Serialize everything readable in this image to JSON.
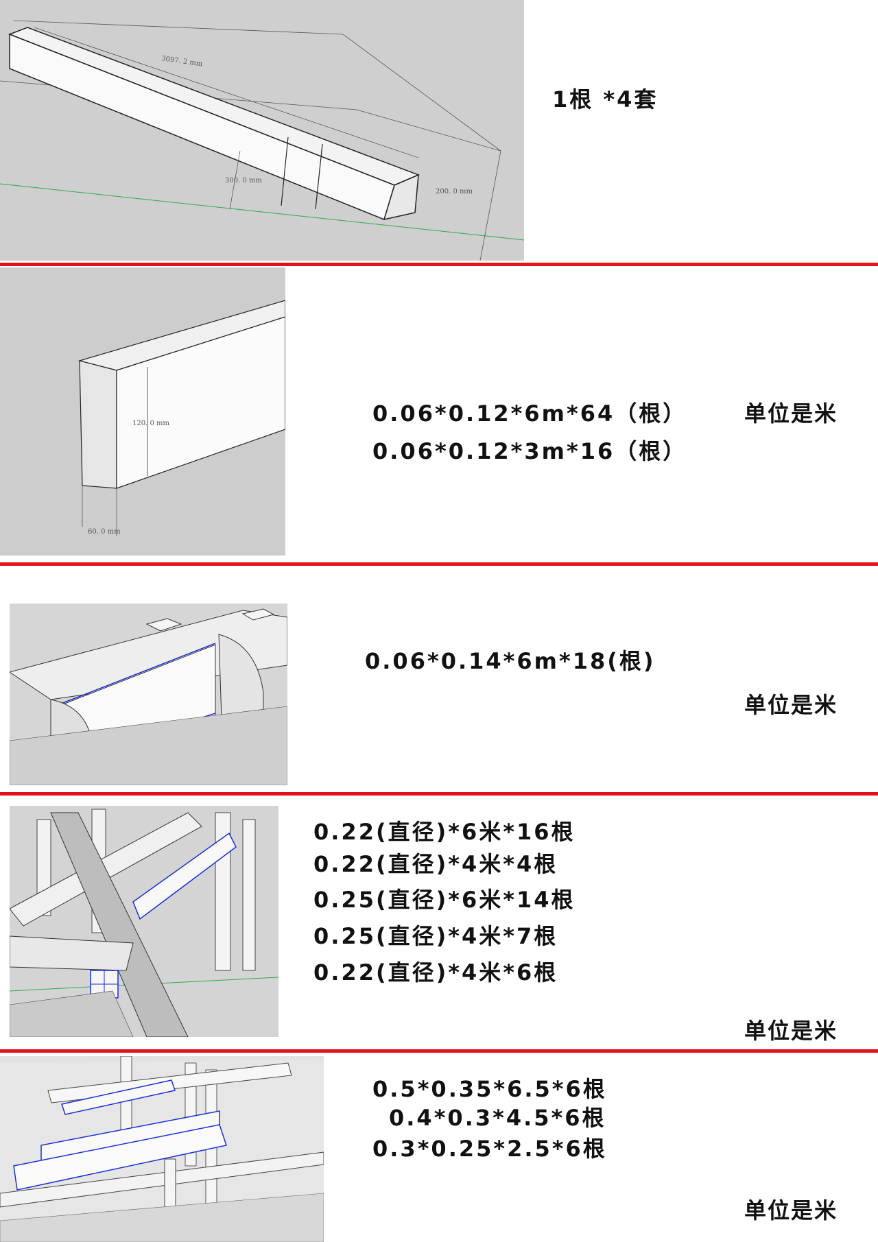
{
  "sections": [
    {
      "lines": [
        "1根  *4套"
      ],
      "dims": [
        "3097. 2 mm",
        "300. 0 mm",
        "200. 0 mm"
      ]
    },
    {
      "lines": [
        "0.06*0.12*6m*64（根）",
        "0.06*0.12*3m*16（根）"
      ],
      "unit": "单位是米",
      "dims": [
        "120. 0 mm",
        "60. 0 mm"
      ]
    },
    {
      "lines": [
        "0.06*0.14*6m*18(根)"
      ],
      "unit": "单位是米"
    },
    {
      "lines": [
        "0.22(直径)*6米*16根",
        "0.22(直径)*4米*4根",
        "0.25(直径)*6米*14根",
        "0.25(直径)*4米*7根",
        "0.22(直径)*4米*6根"
      ],
      "unit": "单位是米"
    },
    {
      "lines": [
        "0.5*0.35*6.5*6根",
        "0.4*0.3*4.5*6根",
        "0.3*0.25*2.5*6根"
      ],
      "unit": "单位是米"
    }
  ],
  "colors": {
    "divider": "#e3131b",
    "model_bg": "#c9c9c9",
    "highlight": "#1a2fd6",
    "axis_green": "#2fa84a"
  }
}
